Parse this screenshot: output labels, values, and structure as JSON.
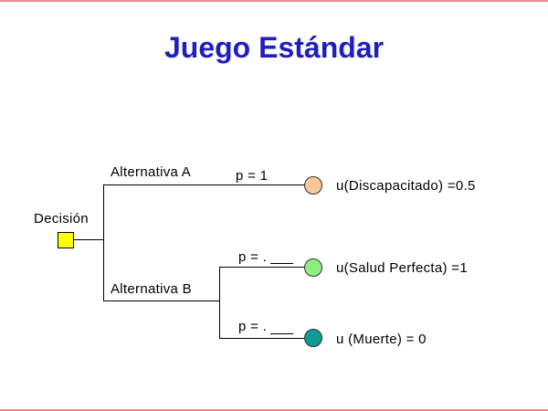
{
  "title": "Juego Estándar",
  "decision_label": "Decisión",
  "alternative_a": {
    "label": "Alternativa A",
    "probability": "p =  1",
    "outcome": "u(Discapacitado) =0.5",
    "node_color": "#f5c79a"
  },
  "alternative_b": {
    "label": "Alternativa B",
    "branches": [
      {
        "probability": "p = .",
        "outcome": "u(Salud Perfecta) =1",
        "node_color": "#90ee80"
      },
      {
        "probability": "p = .",
        "outcome": "u (Muerte) = 0",
        "node_color": "#0f9b94"
      }
    ]
  },
  "colors": {
    "title": "#1f1fc0",
    "decision_node": "#ffff00",
    "slide_border": "#f28a8a"
  }
}
